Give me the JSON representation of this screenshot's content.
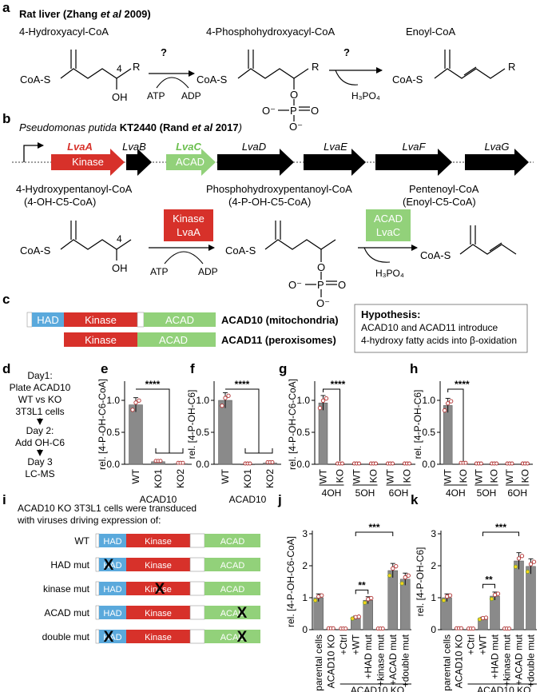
{
  "panel_a": {
    "label": "a",
    "title_pre": "Rat liver (Zhang ",
    "title_etal": "et al",
    "title_post": " 2009)",
    "mol1": "4-Hydroxyacyl-CoA",
    "mol2": "4-Phosphohydroxyacyl-CoA",
    "mol3": "Enoyl-CoA",
    "coas": "CoA-S",
    "four": "4",
    "r": "R",
    "oh": "OH",
    "q": "?",
    "atp": "ATP",
    "adp": "ADP",
    "h3po4": "H₃PO₄",
    "o": "O",
    "p": "P",
    "om": "O⁻"
  },
  "panel_b": {
    "label": "b",
    "org": "Pseudomonas putida",
    "strain": " KT2440 (Rand ",
    "etal": "et al",
    "yr": " 2017",
    "close": ")",
    "genes": [
      "LvaA",
      "LvaB",
      "LvaC",
      "LvaD",
      "LvaE",
      "LvaF",
      "LvaG"
    ],
    "kinase_label": "Kinase",
    "acad_label": "ACAD",
    "mol1a": "4-Hydroxypentanoyl-CoA",
    "mol1b": "(4-OH-C5-CoA)",
    "mol2a": "Phosphohydroxypentanoyl-CoA",
    "mol2b": "(4-P-OH-C5-CoA)",
    "mol3a": "Pentenoyl-CoA",
    "mol3b": "(Enoyl-C5-CoA)",
    "box1a": "Kinase",
    "box1b": "LvaA",
    "box2a": "ACAD",
    "box2b": "LvaC"
  },
  "panel_c": {
    "label": "c",
    "had": "HAD",
    "kinase": "Kinase",
    "acad": "ACAD",
    "acad10": "ACAD10 (mitochondria)",
    "acad11": "ACAD11 (peroxisomes)",
    "hyp": "Hypothesis:",
    "hyp1": "ACAD10 and ACAD11 introduce",
    "hyp2": "4-hydroxy fatty acids into β-oxidation"
  },
  "panel_d": {
    "label": "d",
    "lines": [
      "Day1:",
      "Plate ACAD10",
      "WT vs KO",
      "3T3L1 cells",
      "Day 2:",
      "Add OH-C6",
      "Day 3",
      "LC-MS"
    ]
  },
  "panel_i": {
    "label": "i",
    "line1": "ACAD10 KO 3T3L1 cells were transduced",
    "line2": "with viruses driving expression of:",
    "constructs": [
      "WT",
      "HAD mut",
      "kinase mut",
      "ACAD mut",
      "double mut"
    ]
  },
  "sig": {
    "s4": "****",
    "s3": "***",
    "s2": "**"
  },
  "colors": {
    "had": "#5aa9dc",
    "kinase": "#d7312a",
    "acad": "#92d17a",
    "black_arrow": "#000000",
    "bar": "#8a8a8a"
  },
  "chart_data": [
    {
      "panel": "e",
      "type": "bar",
      "ylabel": "rel. [4-P-OH-C6-CoA]",
      "categories": [
        "WT",
        "KO1",
        "KO2"
      ],
      "values": [
        0.93,
        0.04,
        0.01
      ],
      "group_label": "ACAD10",
      "ylim": [
        0,
        1.25
      ],
      "yticks": [
        "0.0",
        "0.5",
        "1.0"
      ],
      "significance": "****"
    },
    {
      "panel": "f",
      "type": "bar",
      "ylabel": "rel. [4-P-OH-C6]",
      "categories": [
        "WT",
        "KO1",
        "KO2"
      ],
      "values": [
        1.0,
        0.0,
        0.02
      ],
      "group_label": "ACAD10",
      "ylim": [
        0,
        1.25
      ],
      "yticks": [
        "0.0",
        "0.5",
        "1.0"
      ],
      "significance": "****"
    },
    {
      "panel": "g",
      "type": "bar",
      "ylabel": "rel. [4-P-OH-C6-CoA]",
      "categories": [
        "WT",
        "KO",
        "WT",
        "KO",
        "WT",
        "KO"
      ],
      "values": [
        0.96,
        0.0,
        0.0,
        0.0,
        0.0,
        0.0
      ],
      "groups": [
        "4OH",
        "5OH",
        "6OH"
      ],
      "ylim": [
        0,
        1.25
      ],
      "yticks": [
        "0.0",
        "0.5",
        "1.0"
      ],
      "significance": "****"
    },
    {
      "panel": "h",
      "type": "bar",
      "ylabel": "rel. [4-P-OH-C6]",
      "categories": [
        "WT",
        "KO",
        "WT",
        "KO",
        "WT",
        "KO"
      ],
      "values": [
        0.92,
        0.01,
        0.0,
        0.0,
        0.0,
        0.0
      ],
      "groups": [
        "4OH",
        "5OH",
        "6OH"
      ],
      "ylim": [
        0,
        1.25
      ],
      "yticks": [
        "0.0",
        "0.5",
        "1.0"
      ],
      "significance": "****"
    },
    {
      "panel": "j",
      "type": "bar",
      "ylabel": "rel. [4-P-OH-C6-CoA]",
      "categories": [
        "parental cells",
        "ACAD10 KO",
        "+Ctrl",
        "+WT",
        "+HAD mut",
        "+kinase mut",
        "+ACAD mut",
        "+double mut"
      ],
      "values": [
        1.0,
        0.02,
        0.01,
        0.38,
        0.92,
        0.01,
        1.85,
        1.58
      ],
      "group_label": "ACAD10 KO",
      "ylim": [
        0,
        3
      ],
      "yticks": [
        "0",
        "1",
        "2",
        "3"
      ],
      "significance": [
        {
          "label": "**",
          "from": 3,
          "to": 4
        },
        {
          "label": "***",
          "from": 3,
          "to": 6
        }
      ]
    },
    {
      "panel": "k",
      "type": "bar",
      "ylabel": "rel. [4-P-OH-C6]",
      "categories": [
        "parental cells",
        "ACAD10 KO",
        "+Ctrl",
        "+WT",
        "+HAD mut",
        "+kinase mut",
        "+ACAD mut",
        "+double mut"
      ],
      "values": [
        1.0,
        0.02,
        0.01,
        0.35,
        1.05,
        0.01,
        2.15,
        1.98
      ],
      "group_label": "ACAD10 KO",
      "ylim": [
        0,
        3
      ],
      "yticks": [
        "0",
        "1",
        "2",
        "3"
      ],
      "significance": [
        {
          "label": "**",
          "from": 3,
          "to": 4
        },
        {
          "label": "***",
          "from": 3,
          "to": 6
        }
      ]
    }
  ]
}
